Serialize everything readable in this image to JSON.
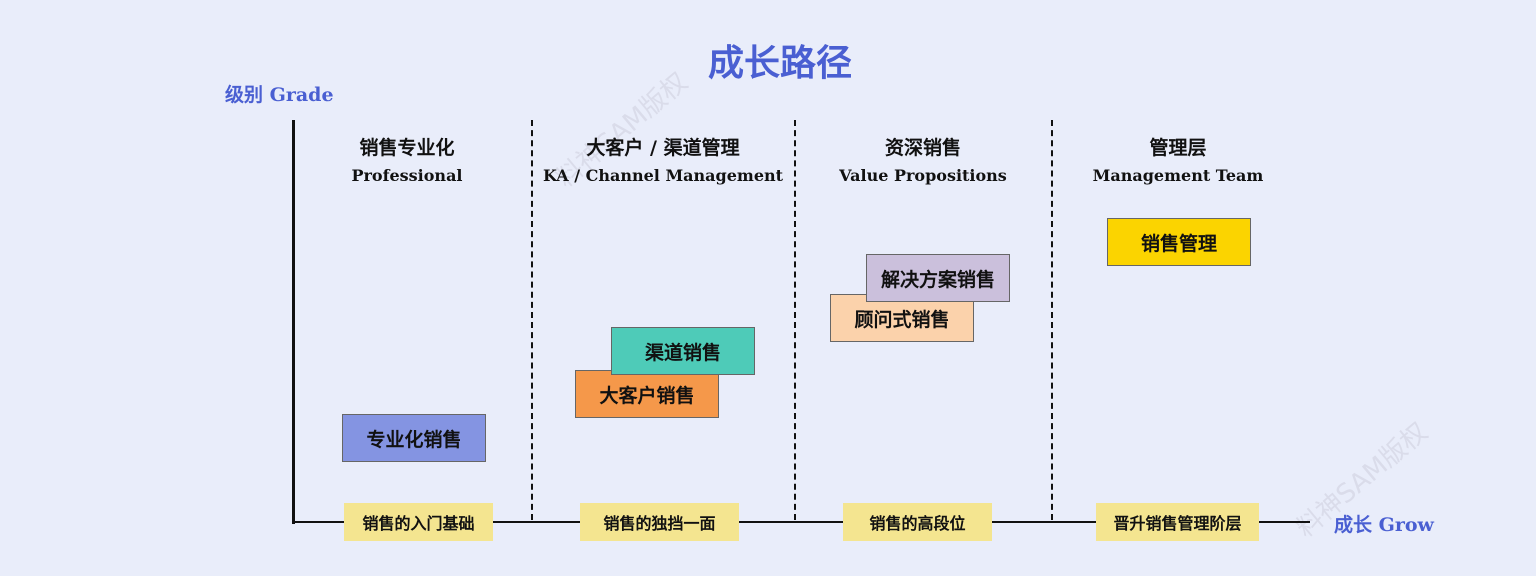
{
  "title": "成长路径",
  "y_axis_label": "级别 Grade",
  "x_axis_label": "成长 Grow",
  "watermark": "料神SAM版权",
  "columns": [
    {
      "zh": "销售专业化",
      "en": "Professional"
    },
    {
      "zh": "大客户 / 渠道管理",
      "en": "KA / Channel Management"
    },
    {
      "zh": "资深销售",
      "en": "Value Propositions"
    },
    {
      "zh": "管理层",
      "en": "Management Team"
    }
  ],
  "roles": [
    {
      "label": "专业化销售",
      "color": "#8494e2"
    },
    {
      "label": "大客户销售",
      "color": "#f5984a"
    },
    {
      "label": "渠道销售",
      "color": "#4ecbb8"
    },
    {
      "label": "顾问式销售",
      "color": "#fbd2ab"
    },
    {
      "label": "解决方案销售",
      "color": "#cbc0dc"
    },
    {
      "label": "销售管理",
      "color": "#fbd400"
    }
  ],
  "stages": [
    "销售的入门基础",
    "销售的独挡一面",
    "销售的高段位",
    "晋升销售管理阶层"
  ]
}
